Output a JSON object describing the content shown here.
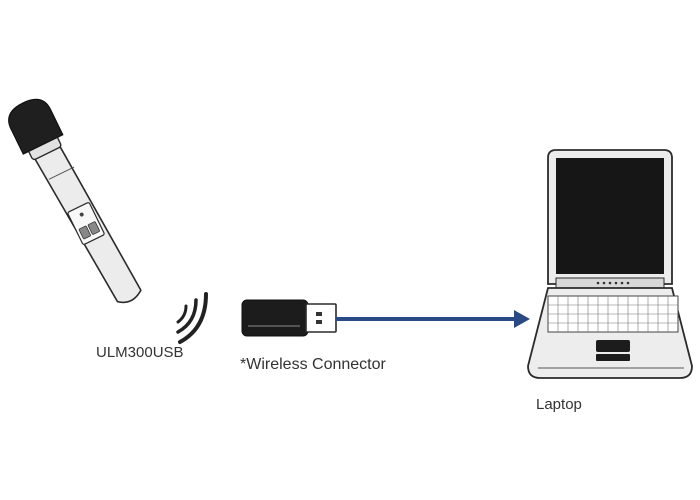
{
  "labels": {
    "microphone": "ULM300USB",
    "connector": "*Wireless Connector",
    "laptop": "Laptop"
  },
  "colors": {
    "arrow": "#2a4a86",
    "outline": "#2b2b2b",
    "device_body": "#eeeeee",
    "dark": "#222222"
  }
}
